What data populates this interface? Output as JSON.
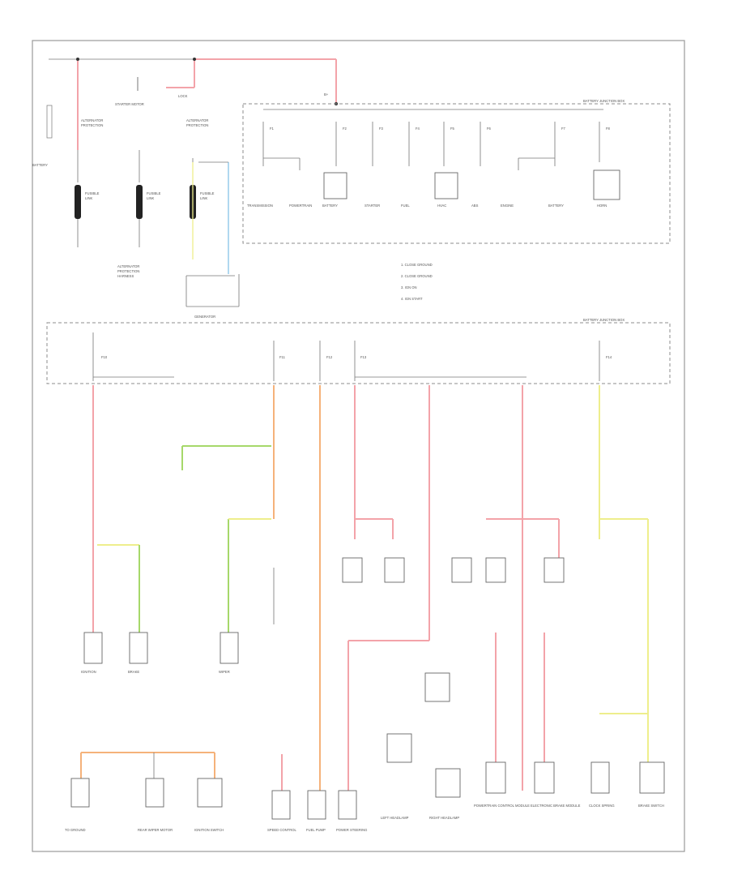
{
  "diagram": {
    "footer_code": "",
    "battery_label": "BATTERY",
    "starter_label": "STARTER MOTOR",
    "generator_label": "GENERATOR",
    "legend_lines": [
      "1. CLOSE GROUND",
      "2. CLOSE GROUND",
      "3. IGN ON",
      "4. IGN START"
    ],
    "upper_fuse_box_title": "BATTERY JUNCTION BOX",
    "lower_fuse_box_title": "BATTERY JUNCTION BOX",
    "bottom_labels": [
      "TO GROUND",
      "REAR WIPER MOTOR",
      "IGNITION SWITCH",
      "SPEED CONTROL",
      "FUEL PUMP",
      "POWER STEERING",
      "LEFT HEADLAMP",
      "RIGHT HEADLAMP",
      "POWERTRAIN CONTROL MODULE",
      "ELECTRONIC BRAKE MODULE",
      "CLOCK SPRING",
      "BRAKE SWITCH"
    ],
    "colors": {
      "red_wire": "#f3a3a9",
      "orange_wire": "#f5b27a",
      "yellow_wire": "#eeee8c",
      "green_wire": "#a6d86a",
      "blue_wire": "#8ec7ea",
      "outline": "#8c8c8c"
    }
  }
}
